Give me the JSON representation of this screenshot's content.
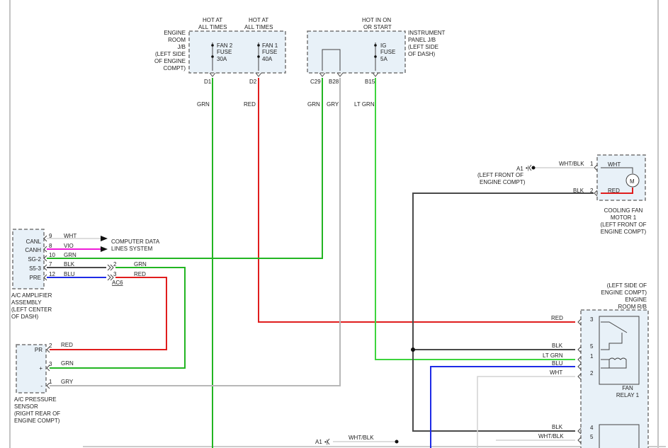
{
  "colors": {
    "GRN": "#22b522",
    "RED": "#e01d1d",
    "GRY": "#b7b7b7",
    "LT_GRN": "#3dd43d",
    "BLU": "#1e2be6",
    "BLK": "#4a4a4a",
    "WHT": "#d2d2d2",
    "VIO": "#ef1bd8",
    "box_fill": "#e8f1f8"
  },
  "fuses": {
    "hot_at_all_times_1": "HOT AT",
    "hot_at_all_times_2": "ALL TIMES",
    "hot_in_on_1": "HOT IN ON",
    "hot_in_on_2": "OR START",
    "fan2_fuse_1": "FAN 2",
    "fan2_fuse_2": "FUSE",
    "fan2_fuse_3": "30A",
    "fan1_fuse_1": "FAN 1",
    "fan1_fuse_2": "FUSE",
    "fan1_fuse_3": "40A",
    "ig_fuse_1": "IG",
    "ig_fuse_2": "FUSE",
    "ig_fuse_3": "5A"
  },
  "engine_room_jb": [
    "ENGINE",
    "ROOM",
    "J/B",
    "(LEFT SIDE",
    "OF ENGINE",
    "COMPT)"
  ],
  "instrument_panel_jb": [
    "INSTRUMENT",
    "PANEL J/B",
    "(LEFT SIDE",
    "OF DASH)"
  ],
  "pins": {
    "d1": "D1",
    "d2": "D2",
    "c29": "C29",
    "b28": "B28",
    "b15": "B15",
    "a1": "A1",
    "a1_bottom": "A1"
  },
  "wire_labels": {
    "grn_d1": "GRN",
    "red_d2": "RED",
    "grn_c29": "GRN",
    "gry_b28": "GRY",
    "ltgrn_b15": "LT GRN",
    "wht_blk_top": "WHT/BLK",
    "blk_motor": "BLK",
    "wht_motor": "WHT",
    "red_motor": "RED",
    "red_relay": "RED",
    "blk_relay": "BLK",
    "ltgrn_relay": "LT GRN",
    "blu_relay": "BLU",
    "wht_relay": "WHT",
    "blk_relay2": "BLK",
    "whtblk_relay2": "WHT/BLK",
    "whtblk_bottom": "WHT/BLK",
    "pr_red": "RED",
    "plus_grn": "GRN",
    "minus_gry": "GRY",
    "ac6_grn": "GRN",
    "ac6_red": "RED"
  },
  "motor": {
    "symbol": "M",
    "label": [
      "COOLING FAN",
      "MOTOR 1",
      "(LEFT FRONT OF",
      "ENGINE COMPT)"
    ],
    "pin1": "1",
    "pin2": "2"
  },
  "a1_location": [
    "(LEFT FRONT OF",
    "ENGINE COMPT)"
  ],
  "amplifier": {
    "pins": [
      {
        "name": "CANL",
        "num": "9",
        "wire": "WHT"
      },
      {
        "name": "CANH",
        "num": "8",
        "wire": "VIO"
      },
      {
        "name": "SG-2",
        "num": "10",
        "wire": "GRN"
      },
      {
        "name": "S5-3",
        "num": "7",
        "wire": "BLK"
      },
      {
        "name": "PRE",
        "num": "12",
        "wire": "BLU"
      }
    ],
    "label": [
      "A/C AMPLIFIER",
      "ASSEMBLY",
      "(LEFT CENTER",
      "OF DASH)"
    ],
    "computer_data_1": "COMPUTER DATA",
    "computer_data_2": "LINES SYSTEM",
    "ac6_pin2": "2",
    "ac6_pin3": "3",
    "ac6_name": "AC6"
  },
  "sensor": {
    "pins": [
      {
        "name": "PR",
        "num": "2"
      },
      {
        "name": "+",
        "num": "3"
      },
      {
        "name": "-",
        "num": "1"
      }
    ],
    "label": [
      "A/C PRESSURE",
      "SENSOR",
      "(RIGHT REAR OF",
      "ENGINE COMPT)"
    ]
  },
  "engine_room_rb": {
    "label": [
      "(LEFT SIDE OF",
      "ENGINE COMPT)",
      "ENGINE",
      "ROOM R/B"
    ],
    "relay1_pins": [
      "3",
      "5",
      "1",
      "2"
    ],
    "relay1_label": [
      "FAN",
      "RELAY 1"
    ],
    "relay2_pins": [
      "4",
      "5"
    ]
  }
}
